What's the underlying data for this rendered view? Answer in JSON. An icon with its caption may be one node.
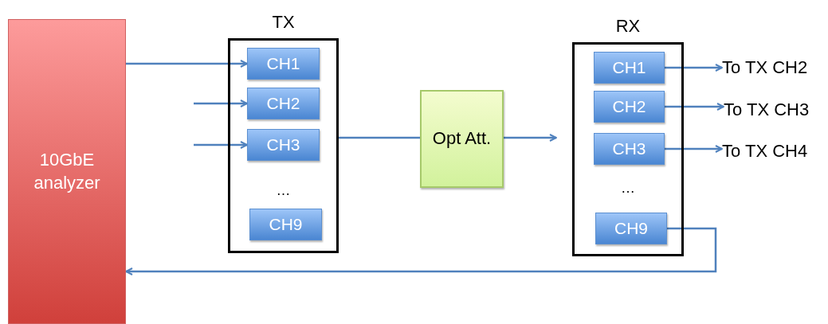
{
  "diagram": {
    "nodes": [
      {
        "text": [
          "10GbE analyzer"
        ]
      },
      {
        "text": [
          "TX",
          "…"
        ]
      },
      {
        "text": [
          "CH1"
        ],
        "in": 1
      },
      {
        "text": [
          "CH2"
        ],
        "in": 1
      },
      {
        "text": [
          "CH3"
        ],
        "in": 1
      },
      {
        "text": [
          "CH9"
        ],
        "in": 1
      },
      {
        "text": [
          "Opt Att."
        ]
      },
      {
        "text": [
          "RX",
          "…"
        ]
      },
      {
        "text": [
          "CH1"
        ],
        "in": 7
      },
      {
        "text": [
          "CH2"
        ],
        "in": 7
      },
      {
        "text": [
          "CH3"
        ],
        "in": 7
      },
      {
        "text": [
          "CH9"
        ],
        "in": 7
      },
      {
        "text": [
          "To TX CH2"
        ]
      },
      {
        "text": [
          "To TX CH3"
        ]
      },
      {
        "text": [
          "To TX CH4"
        ]
      }
    ],
    "edges": [
      {
        "from": 0,
        "to": 2,
        "arrow": "to"
      },
      {
        "from": null,
        "to": 3,
        "arrow": "to"
      },
      {
        "from": null,
        "to": 4,
        "arrow": "to"
      },
      {
        "from": 1,
        "to": 6,
        "arrow": "none"
      },
      {
        "from": 6,
        "to": 7,
        "arrow": "to"
      },
      {
        "from": 8,
        "to": 12,
        "arrow": "to"
      },
      {
        "from": 9,
        "to": 13,
        "arrow": "to"
      },
      {
        "from": 10,
        "to": 14,
        "arrow": "to"
      },
      {
        "from": 11,
        "to": 0,
        "arrow": "to"
      }
    ]
  }
}
